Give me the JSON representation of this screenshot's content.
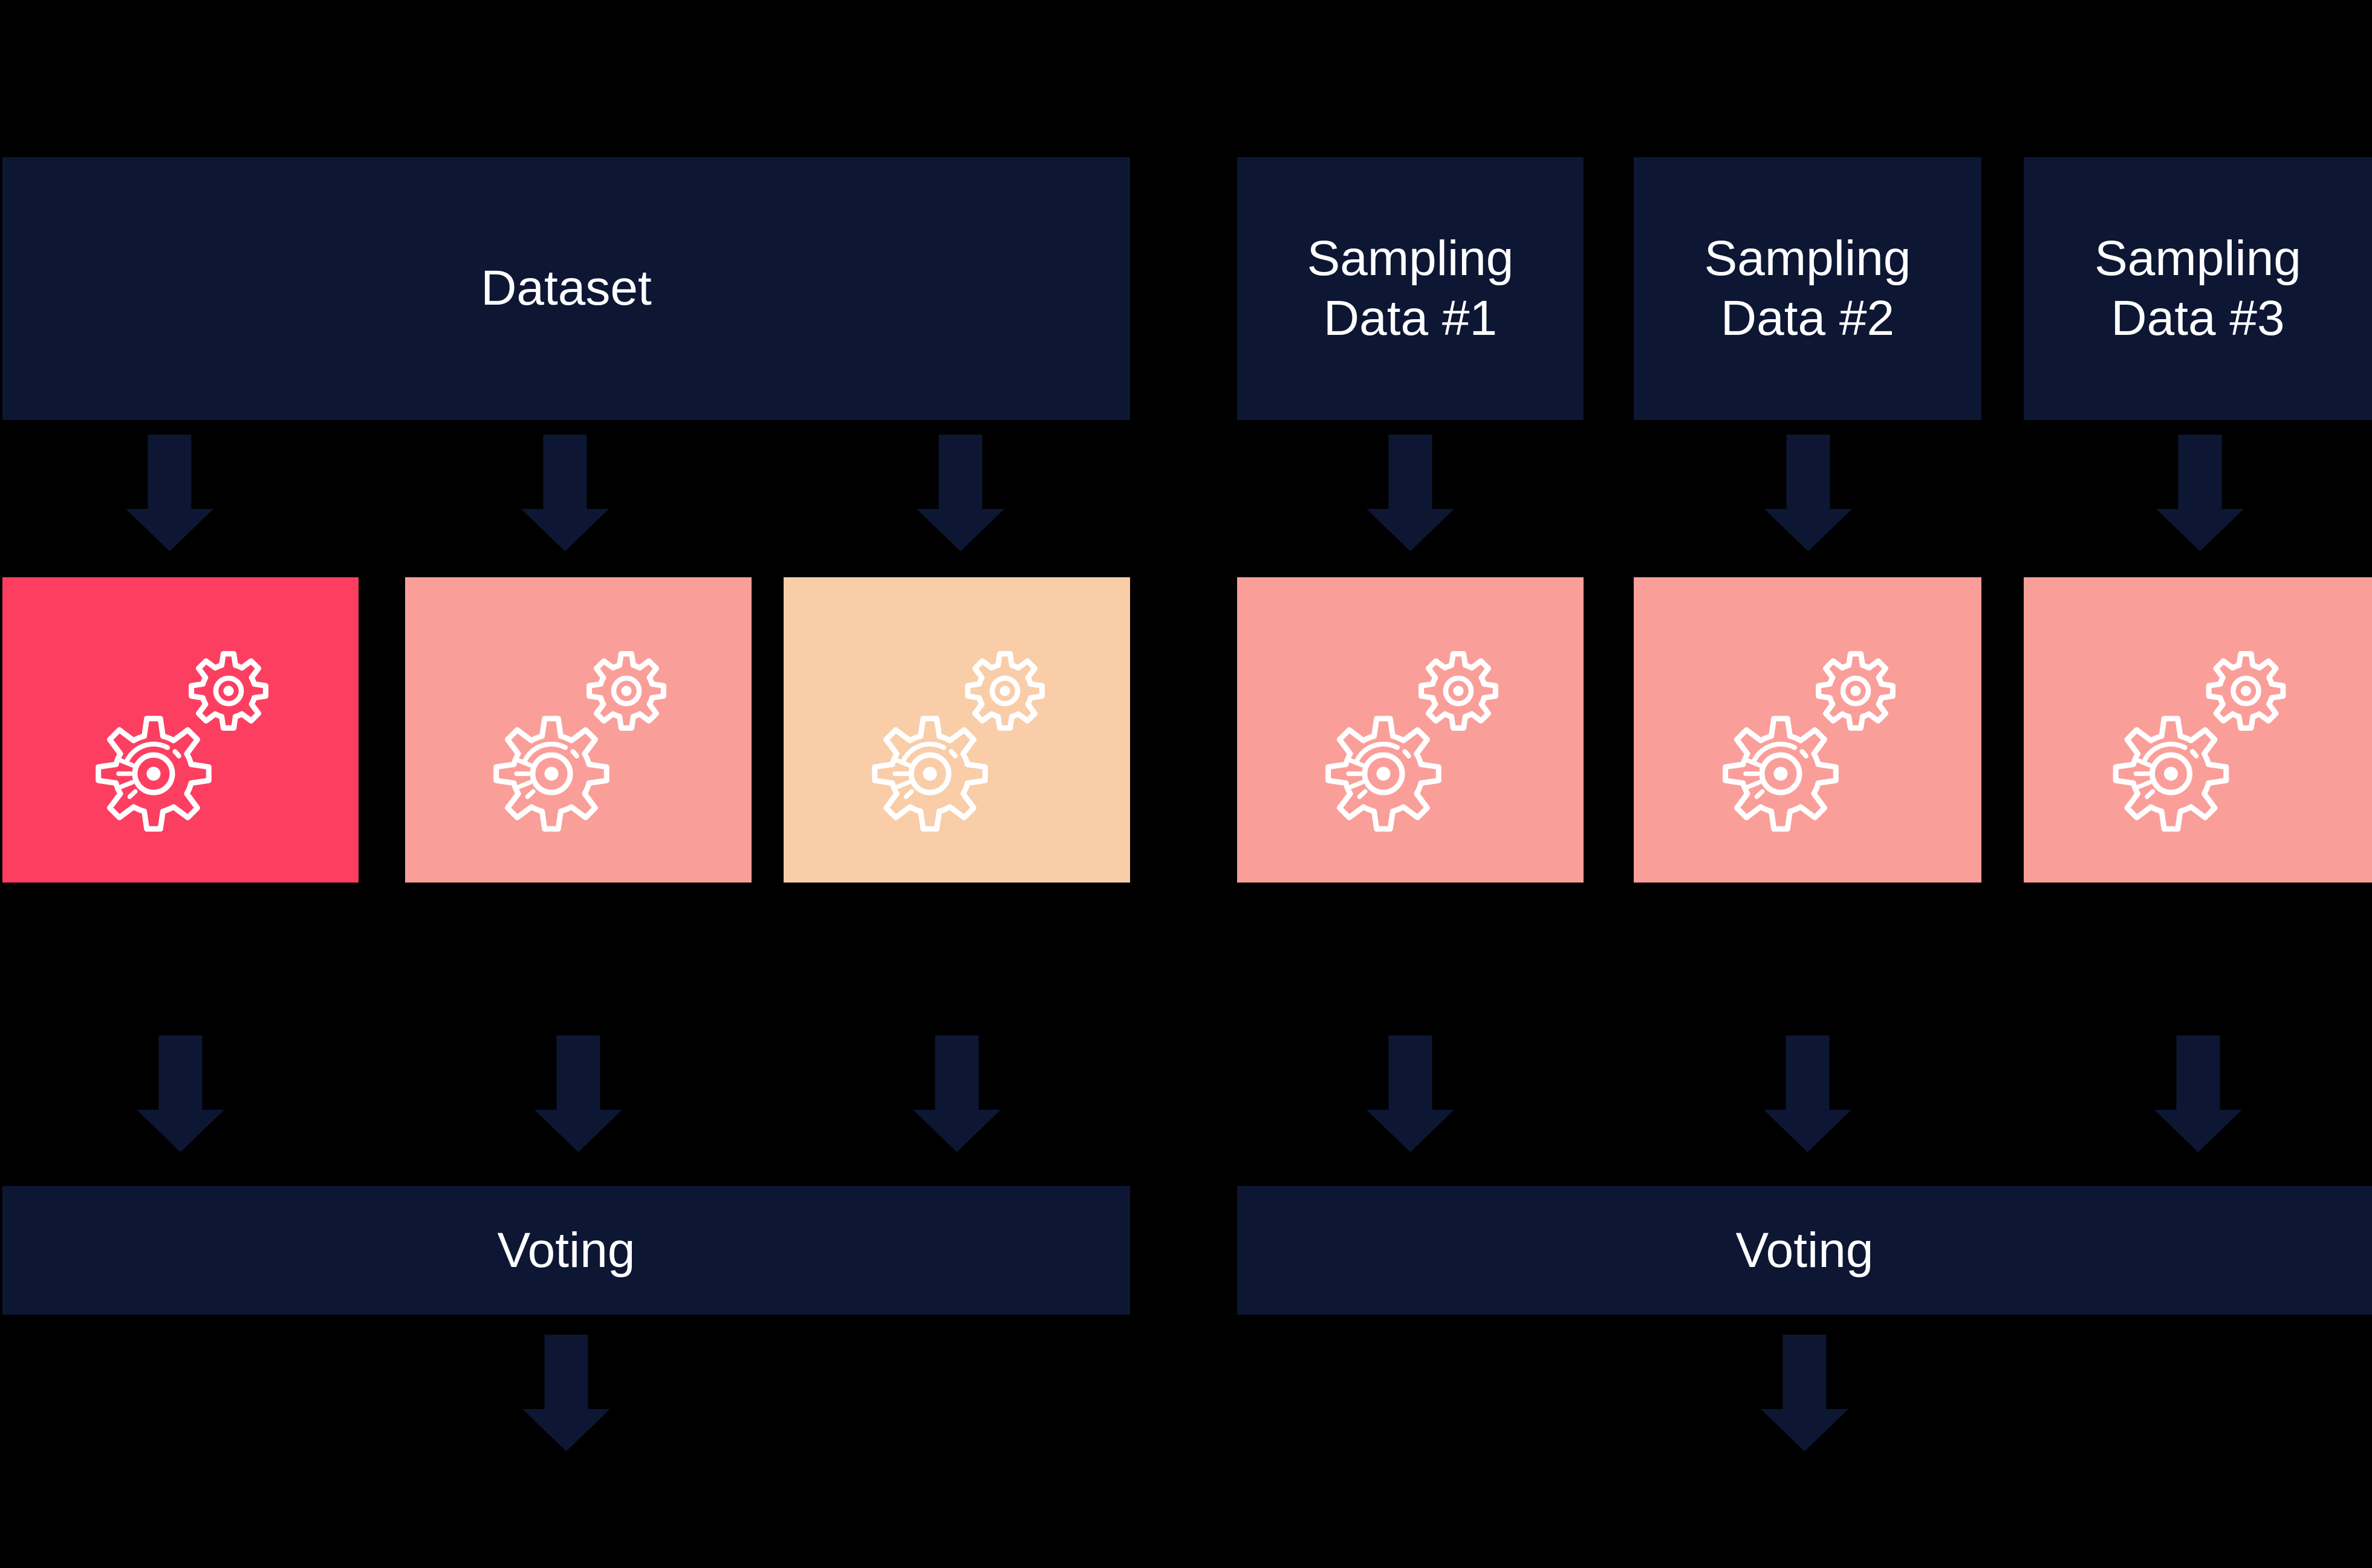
{
  "palette": {
    "bg": "#000000",
    "navy": "#0D1734",
    "arrow": "#0D1734",
    "pink": "#FC3F61",
    "salmon": "#FA9E99",
    "peach": "#F8CDA8",
    "text": "#FFFFFF"
  },
  "left_group": {
    "dataset_label": "Dataset",
    "voting_label": "Voting"
  },
  "right_group": {
    "sampling_boxes": [
      {
        "lines": [
          "Sampling",
          "Data #1"
        ]
      },
      {
        "lines": [
          "Sampling",
          "Data #2"
        ]
      },
      {
        "lines": [
          "Sampling",
          "Data #3"
        ]
      }
    ],
    "voting_label": "Voting"
  },
  "models": {
    "left": [
      {
        "color": "pink"
      },
      {
        "color": "salmon"
      },
      {
        "color": "peach"
      }
    ],
    "right": [
      {
        "color": "salmon"
      },
      {
        "color": "salmon"
      },
      {
        "color": "salmon"
      }
    ]
  },
  "icons": {
    "model_icon": "gears-icon",
    "flow_icon": "arrow-down-icon"
  }
}
